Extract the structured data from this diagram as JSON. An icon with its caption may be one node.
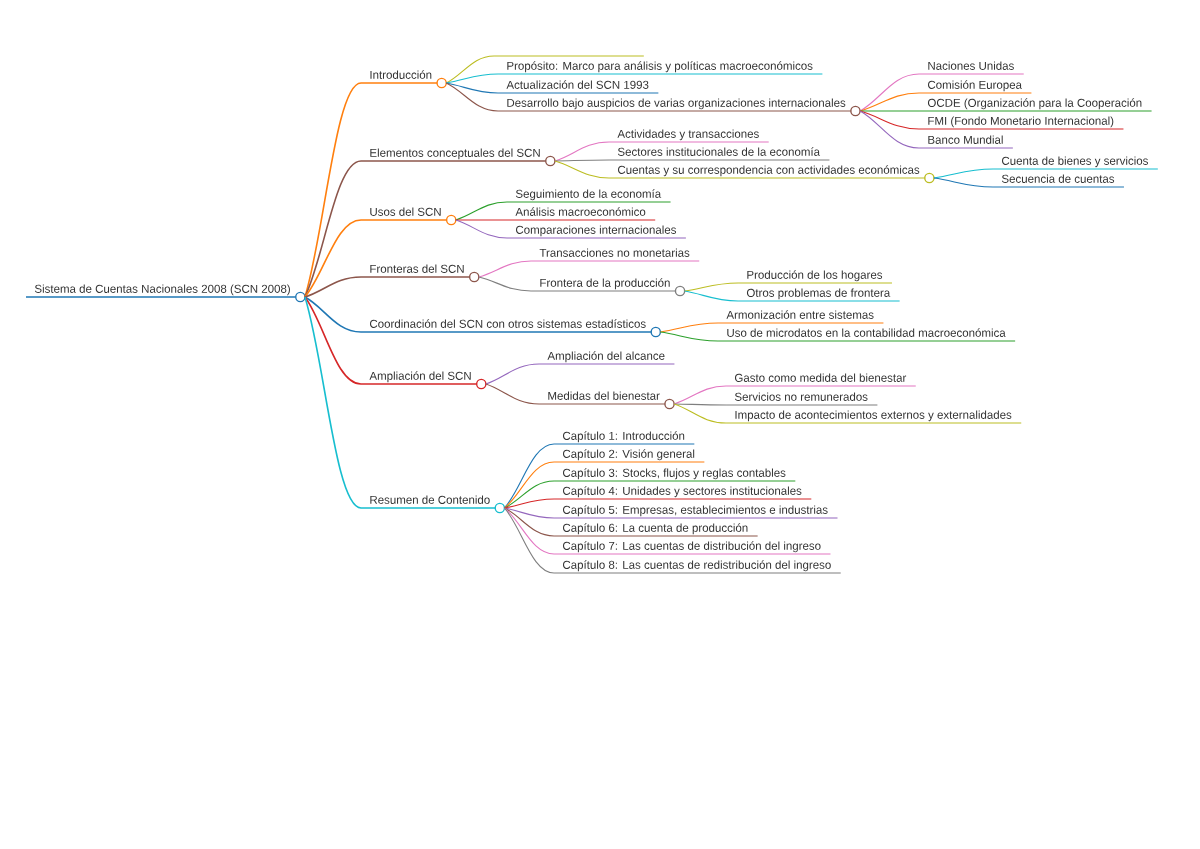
{
  "diagram": {
    "nodes": [
      {
        "text": [
          "Sistema de Cuentas Nacionales 2008 (SCN 2008)"
        ]
      },
      {
        "text": [
          "Introducción"
        ]
      },
      {
        "text": [],
        "shape": "line"
      },
      {
        "text": [
          "Propósito: Marco para análisis y políticas macroeconómicos"
        ]
      },
      {
        "text": [
          "Actualización del SCN 1993"
        ]
      },
      {
        "text": [
          "Desarrollo bajo auspicios de varias organizaciones internacionales"
        ]
      },
      {
        "text": [
          "Naciones Unidas"
        ]
      },
      {
        "text": [
          "Comisión Europea"
        ]
      },
      {
        "text": [
          "OCDE (Organización para la Cooperación"
        ]
      },
      {
        "text": [
          "FMI (Fondo Monetario Internacional)"
        ]
      },
      {
        "text": [
          "Banco Mundial"
        ]
      },
      {
        "text": [
          "Elementos conceptuales del SCN"
        ]
      },
      {
        "text": [
          "Actividades y transacciones"
        ]
      },
      {
        "text": [
          "Sectores institucionales de la economía"
        ]
      },
      {
        "text": [
          "Cuentas y su correspondencia con actividades económicas"
        ]
      },
      {
        "text": [
          "Cuenta de bienes y servicios"
        ]
      },
      {
        "text": [
          "Secuencia de cuentas"
        ]
      },
      {
        "text": [
          "Usos del SCN"
        ]
      },
      {
        "text": [
          "Seguimiento de la economía"
        ]
      },
      {
        "text": [
          "Análisis macroeconómico"
        ]
      },
      {
        "text": [
          "Comparaciones internacionales"
        ]
      },
      {
        "text": [
          "Fronteras del SCN"
        ]
      },
      {
        "text": [
          "Transacciones no monetarias"
        ]
      },
      {
        "text": [
          "Frontera de la producción"
        ]
      },
      {
        "text": [
          "Producción de los hogares"
        ]
      },
      {
        "text": [
          "Otros problemas de frontera"
        ]
      },
      {
        "text": [
          "Coordinación del SCN con otros sistemas estadísticos"
        ]
      },
      {
        "text": [
          "Armonización entre sistemas"
        ]
      },
      {
        "text": [
          "Uso de microdatos en la contabilidad macroeconómica"
        ]
      },
      {
        "text": [
          "Ampliación del SCN"
        ]
      },
      {
        "text": [
          "Ampliación del alcance"
        ]
      },
      {
        "text": [
          "Medidas del bienestar"
        ]
      },
      {
        "text": [
          "Gasto como medida del bienestar"
        ]
      },
      {
        "text": [
          "Servicios no remunerados"
        ]
      },
      {
        "text": [
          "Impacto de acontecimientos externos y externalidades"
        ]
      },
      {
        "text": [
          "Resumen de Contenido"
        ]
      },
      {
        "text": [
          "Capítulo 1: Introducción"
        ]
      },
      {
        "text": [
          "Capítulo 2: Visión general"
        ]
      },
      {
        "text": [
          "Capítulo 3: Stocks, flujos y reglas contables"
        ]
      },
      {
        "text": [
          "Capítulo 4: Unidades y sectores institucionales"
        ]
      },
      {
        "text": [
          "Capítulo 5: Empresas, establecimientos e industrias"
        ]
      },
      {
        "text": [
          "Capítulo 6: La cuenta de producción"
        ]
      },
      {
        "text": [
          "Capítulo 7: Las cuentas de distribución del ingreso"
        ]
      },
      {
        "text": [
          "Capítulo 8: Las cuentas de redistribución del ingreso"
        ]
      }
    ],
    "edges": [
      {
        "from": 0,
        "to": 1,
        "arrow": "none",
        "color": "#ff7f0e"
      },
      {
        "from": 1,
        "to": 2,
        "arrow": "none",
        "color": "#bcbd22"
      },
      {
        "from": 1,
        "to": 3,
        "arrow": "none",
        "color": "#17becf"
      },
      {
        "from": 1,
        "to": 4,
        "arrow": "none",
        "color": "#1f77b4"
      },
      {
        "from": 1,
        "to": 5,
        "arrow": "none",
        "color": "#8c564b"
      },
      {
        "from": 5,
        "to": 6,
        "arrow": "none",
        "color": "#e377c2"
      },
      {
        "from": 5,
        "to": 7,
        "arrow": "none",
        "color": "#ff7f0e"
      },
      {
        "from": 5,
        "to": 8,
        "arrow": "none",
        "color": "#2ca02c"
      },
      {
        "from": 5,
        "to": 9,
        "arrow": "none",
        "color": "#d62728"
      },
      {
        "from": 5,
        "to": 10,
        "arrow": "none",
        "color": "#9467bd"
      },
      {
        "from": 0,
        "to": 11,
        "arrow": "none",
        "color": "#8c564b"
      },
      {
        "from": 11,
        "to": 12,
        "arrow": "none",
        "color": "#e377c2"
      },
      {
        "from": 11,
        "to": 13,
        "arrow": "none",
        "color": "#7f7f7f"
      },
      {
        "from": 11,
        "to": 14,
        "arrow": "none",
        "color": "#bcbd22"
      },
      {
        "from": 14,
        "to": 15,
        "arrow": "none",
        "color": "#17becf"
      },
      {
        "from": 14,
        "to": 16,
        "arrow": "none",
        "color": "#1f77b4"
      },
      {
        "from": 0,
        "to": 17,
        "arrow": "none",
        "color": "#ff7f0e"
      },
      {
        "from": 17,
        "to": 18,
        "arrow": "none",
        "color": "#2ca02c"
      },
      {
        "from": 17,
        "to": 19,
        "arrow": "none",
        "color": "#d62728"
      },
      {
        "from": 17,
        "to": 20,
        "arrow": "none",
        "color": "#9467bd"
      },
      {
        "from": 0,
        "to": 21,
        "arrow": "none",
        "color": "#8c564b"
      },
      {
        "from": 21,
        "to": 22,
        "arrow": "none",
        "color": "#e377c2"
      },
      {
        "from": 21,
        "to": 23,
        "arrow": "none",
        "color": "#7f7f7f"
      },
      {
        "from": 23,
        "to": 24,
        "arrow": "none",
        "color": "#bcbd22"
      },
      {
        "from": 23,
        "to": 25,
        "arrow": "none",
        "color": "#17becf"
      },
      {
        "from": 0,
        "to": 26,
        "arrow": "none",
        "color": "#1f77b4"
      },
      {
        "from": 26,
        "to": 27,
        "arrow": "none",
        "color": "#ff7f0e"
      },
      {
        "from": 26,
        "to": 28,
        "arrow": "none",
        "color": "#2ca02c"
      },
      {
        "from": 0,
        "to": 29,
        "arrow": "none",
        "color": "#d62728"
      },
      {
        "from": 29,
        "to": 30,
        "arrow": "none",
        "color": "#9467bd"
      },
      {
        "from": 29,
        "to": 31,
        "arrow": "none",
        "color": "#8c564b"
      },
      {
        "from": 31,
        "to": 32,
        "arrow": "none",
        "color": "#e377c2"
      },
      {
        "from": 31,
        "to": 33,
        "arrow": "none",
        "color": "#7f7f7f"
      },
      {
        "from": 31,
        "to": 34,
        "arrow": "none",
        "color": "#bcbd22"
      },
      {
        "from": 0,
        "to": 35,
        "arrow": "none",
        "color": "#17becf"
      },
      {
        "from": 35,
        "to": 36,
        "arrow": "none",
        "color": "#1f77b4"
      },
      {
        "from": 35,
        "to": 37,
        "arrow": "none",
        "color": "#ff7f0e"
      },
      {
        "from": 35,
        "to": 38,
        "arrow": "none",
        "color": "#2ca02c"
      },
      {
        "from": 35,
        "to": 39,
        "arrow": "none",
        "color": "#d62728"
      },
      {
        "from": 35,
        "to": 40,
        "arrow": "none",
        "color": "#9467bd"
      },
      {
        "from": 35,
        "to": 41,
        "arrow": "none",
        "color": "#8c564b"
      },
      {
        "from": 35,
        "to": 42,
        "arrow": "none",
        "color": "#e377c2"
      },
      {
        "from": 35,
        "to": 43,
        "arrow": "none",
        "color": "#7f7f7f"
      }
    ]
  }
}
